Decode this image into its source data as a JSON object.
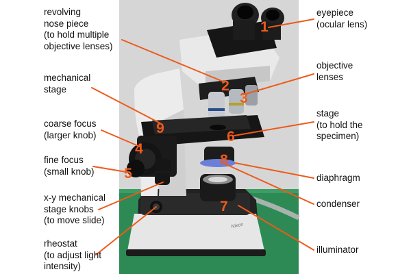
{
  "colors": {
    "accent": "#ee5a1a",
    "photo_background": "#d8d8d8",
    "bench": "#2e8a55"
  },
  "labels": {
    "revolving_nose_piece": "revolving\nnose piece\n(to hold multiple\nobjective lenses)",
    "mechanical_stage": "mechanical\nstage",
    "coarse_focus": "coarse focus\n(larger knob)",
    "fine_focus": "fine focus\n(small knob)",
    "xy_stage_knobs": "x-y mechanical\nstage knobs\n(to move slide)",
    "rheostat": "rheostat\n(to adjust light\nintensity)",
    "eyepiece": "eyepiece\n(ocular lens)",
    "objective_lenses": "objective\nlenses",
    "stage": "stage\n(to hold the\nspecimen)",
    "diaphragm": "diaphragm",
    "condenser": "condenser",
    "illuminator": "illuminator"
  },
  "numbers": {
    "eyepiece": "1",
    "nose_piece": "2",
    "objectives": "3",
    "coarse": "4",
    "fine": "5",
    "stage": "6",
    "illuminator": "7",
    "diaphragm": "8",
    "mech_stage": "9"
  },
  "brand_mark": "Nikon"
}
